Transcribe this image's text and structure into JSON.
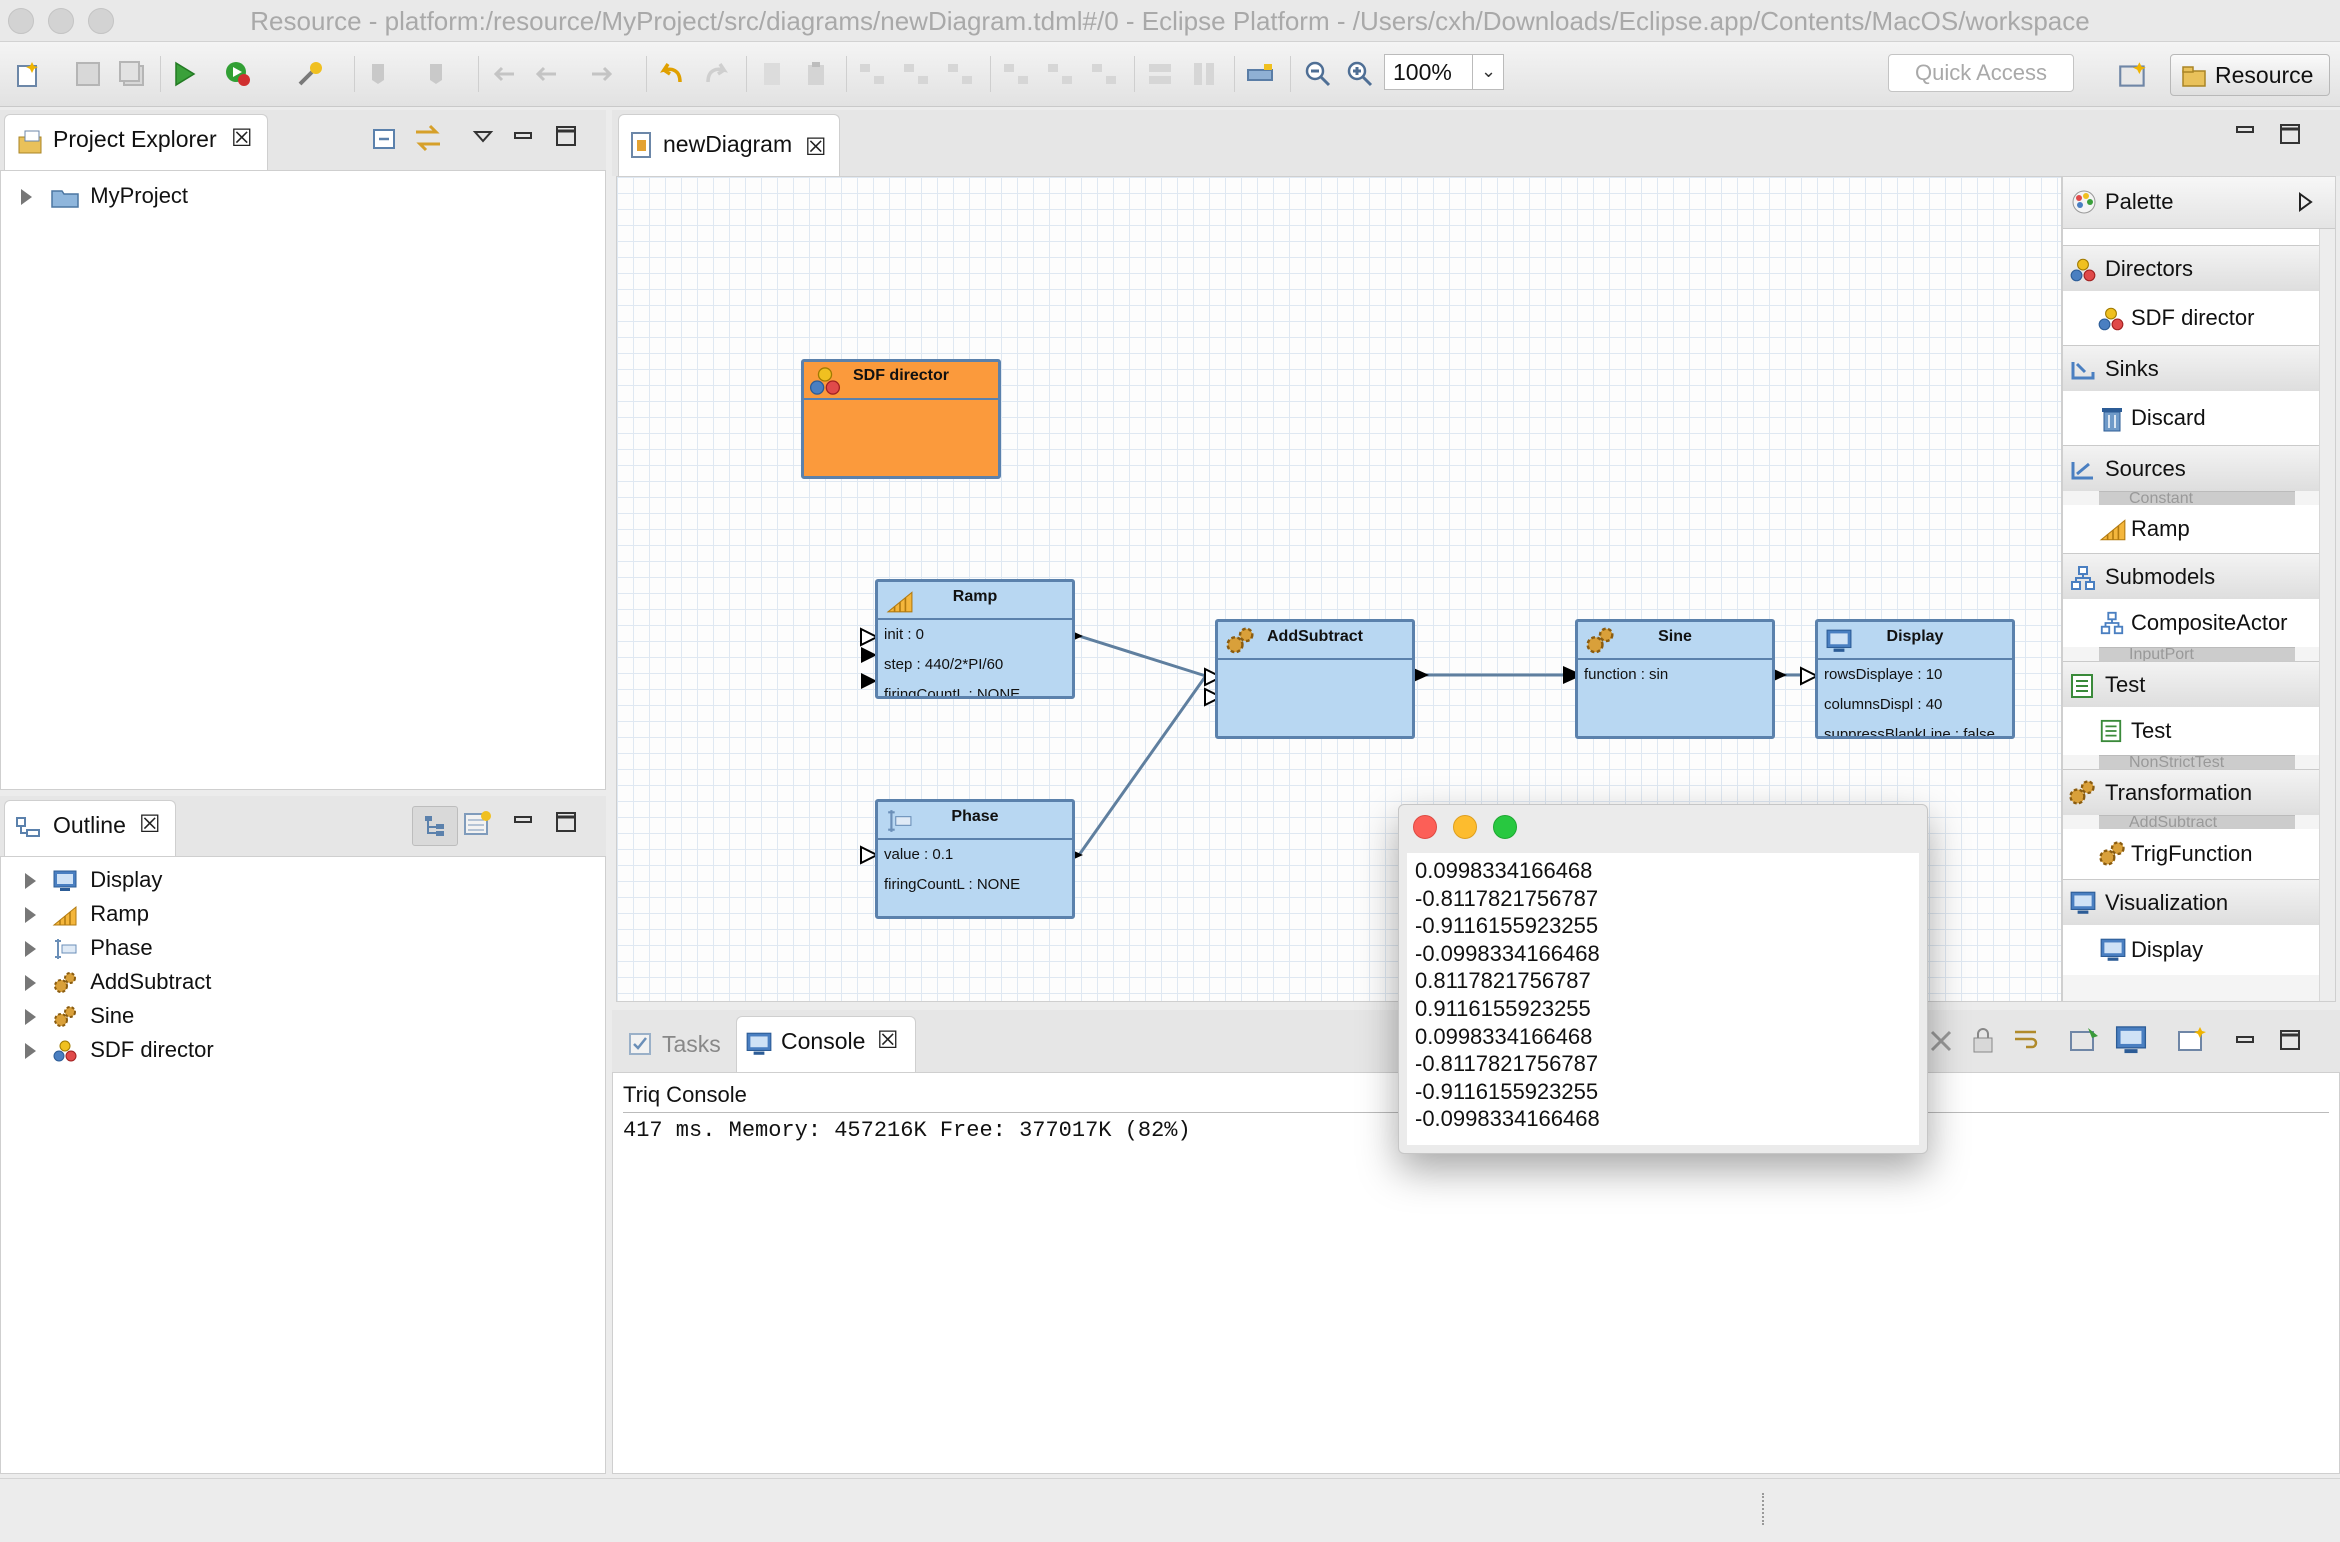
{
  "window": {
    "title": "Resource - platform:/resource/MyProject/src/diagrams/newDiagram.tdml#/0 - Eclipse Platform - /Users/cxh/Downloads/Eclipse.app/Contents/MacOS/workspace"
  },
  "toolbar": {
    "zoom_value": "100%",
    "quick_access_placeholder": "Quick Access",
    "perspective_label": "Resource"
  },
  "project_explorer": {
    "tab_label": "Project Explorer",
    "items": [
      {
        "label": "MyProject",
        "icon": "folder-icon"
      }
    ]
  },
  "outline": {
    "tab_label": "Outline",
    "items": [
      {
        "label": "Display",
        "icon": "display-icon"
      },
      {
        "label": "Ramp",
        "icon": "ramp-icon"
      },
      {
        "label": "Phase",
        "icon": "phase-icon"
      },
      {
        "label": "AddSubtract",
        "icon": "gears-icon"
      },
      {
        "label": "Sine",
        "icon": "gears-icon"
      },
      {
        "label": "SDF director",
        "icon": "director-icon"
      }
    ]
  },
  "editor": {
    "tab_label": "newDiagram",
    "actors": {
      "director": {
        "title": "SDF director"
      },
      "ramp": {
        "title": "Ramp",
        "params": [
          "init : 0",
          "step : 440/2*PI/60",
          "firingCountL : NONE"
        ]
      },
      "phase": {
        "title": "Phase",
        "params": [
          "value : 0.1",
          "firingCountL : NONE"
        ]
      },
      "addsubtract": {
        "title": "AddSubtract"
      },
      "sine": {
        "title": "Sine",
        "params": [
          "function : sin"
        ]
      },
      "display": {
        "title": "Display",
        "params": [
          "rowsDisplaye : 10",
          "columnsDispl : 40",
          "suppressBlankLine : false"
        ]
      }
    }
  },
  "palette": {
    "title": "Palette",
    "groups": [
      {
        "header": "Directors",
        "items": [
          "SDF director"
        ]
      },
      {
        "header": "Sinks",
        "items": [
          "Discard"
        ]
      },
      {
        "header": "Sources",
        "items": [
          "Ramp"
        ],
        "clipped": "Constant"
      },
      {
        "header": "Submodels",
        "items": [
          "CompositeActor"
        ],
        "clipped": "InputPort"
      },
      {
        "header": "Test",
        "items": [
          "Test"
        ],
        "clipped": "NonStrictTest"
      },
      {
        "header": "Transformation",
        "items": [
          "TrigFunction"
        ],
        "clipped": "AddSubtract"
      },
      {
        "header": "Visualization",
        "items": [
          "Display"
        ]
      }
    ]
  },
  "console": {
    "tabs": [
      "Tasks",
      "Console"
    ],
    "title": "Triq Console",
    "output": "417 ms. Memory: 457216K Free: 377017K (82%)"
  },
  "display_window": {
    "values": [
      "0.0998334166468",
      "-0.8117821756787",
      "-0.9116155923255",
      "-0.0998334166468",
      "0.8117821756787",
      "0.9116155923255",
      "0.0998334166468",
      "-0.8117821756787",
      "-0.9116155923255",
      "-0.0998334166468"
    ]
  },
  "colors": {
    "director_fill": "#fb9a3c",
    "actor_fill": "#b8d7f2",
    "connection": "#5f7f9f"
  }
}
